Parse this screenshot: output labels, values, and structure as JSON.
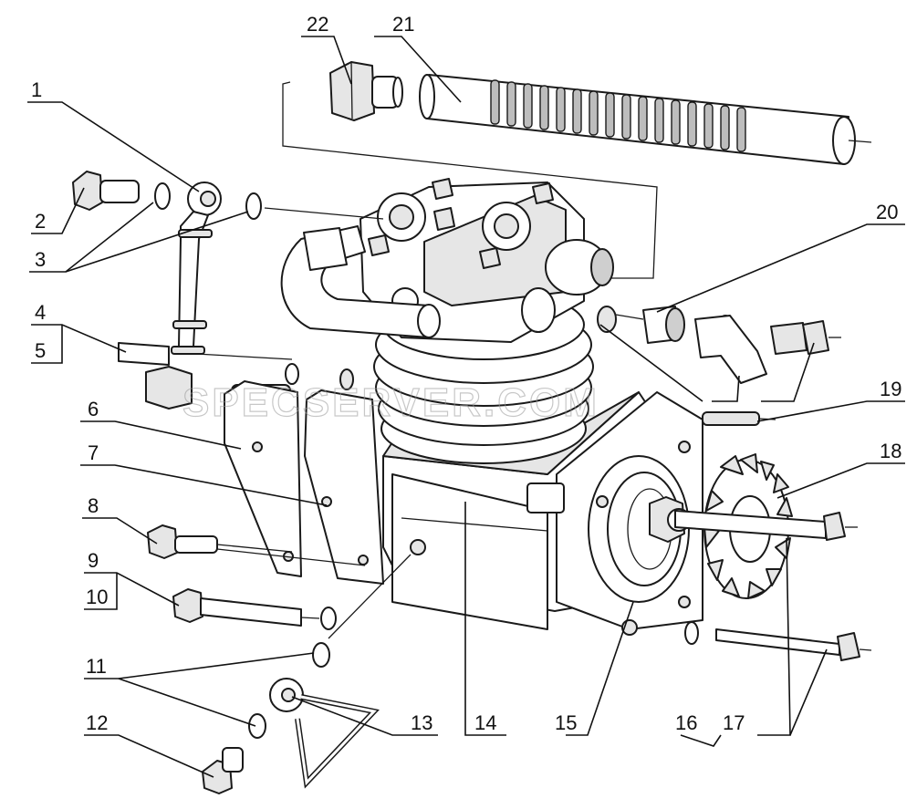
{
  "callouts": {
    "c1": "1",
    "c2": "2",
    "c3": "3",
    "c4": "4",
    "c5": "5",
    "c6": "6",
    "c7": "7",
    "c8": "8",
    "c9": "9",
    "c10": "10",
    "c11": "11",
    "c12": "12",
    "c13": "13",
    "c14": "14",
    "c15": "15",
    "c16": "16",
    "c17": "17",
    "c18": "18",
    "c19": "19",
    "c20": "20",
    "c21": "21",
    "c22": "22"
  },
  "watermark": "SPECSERVER.COM"
}
